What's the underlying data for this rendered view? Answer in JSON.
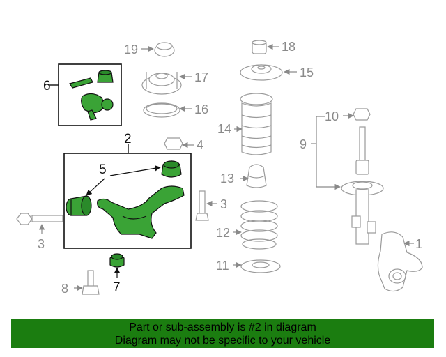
{
  "callouts": {
    "c1": "1",
    "c2": "2",
    "c3a": "3",
    "c3b": "3",
    "c4": "4",
    "c5": "5",
    "c6": "6",
    "c7": "7",
    "c8": "8",
    "c9": "9",
    "c10": "10",
    "c11": "11",
    "c12": "12",
    "c13": "13",
    "c14": "14",
    "c15": "15",
    "c16": "16",
    "c17": "17",
    "c18": "18",
    "c19": "19"
  },
  "banner": {
    "line1": "Part or sub-assembly is #2 in diagram",
    "line2": "Diagram may not be specific to your vehicle"
  },
  "colors": {
    "highlight": "#3aa336",
    "banner": "#1b7d10"
  }
}
